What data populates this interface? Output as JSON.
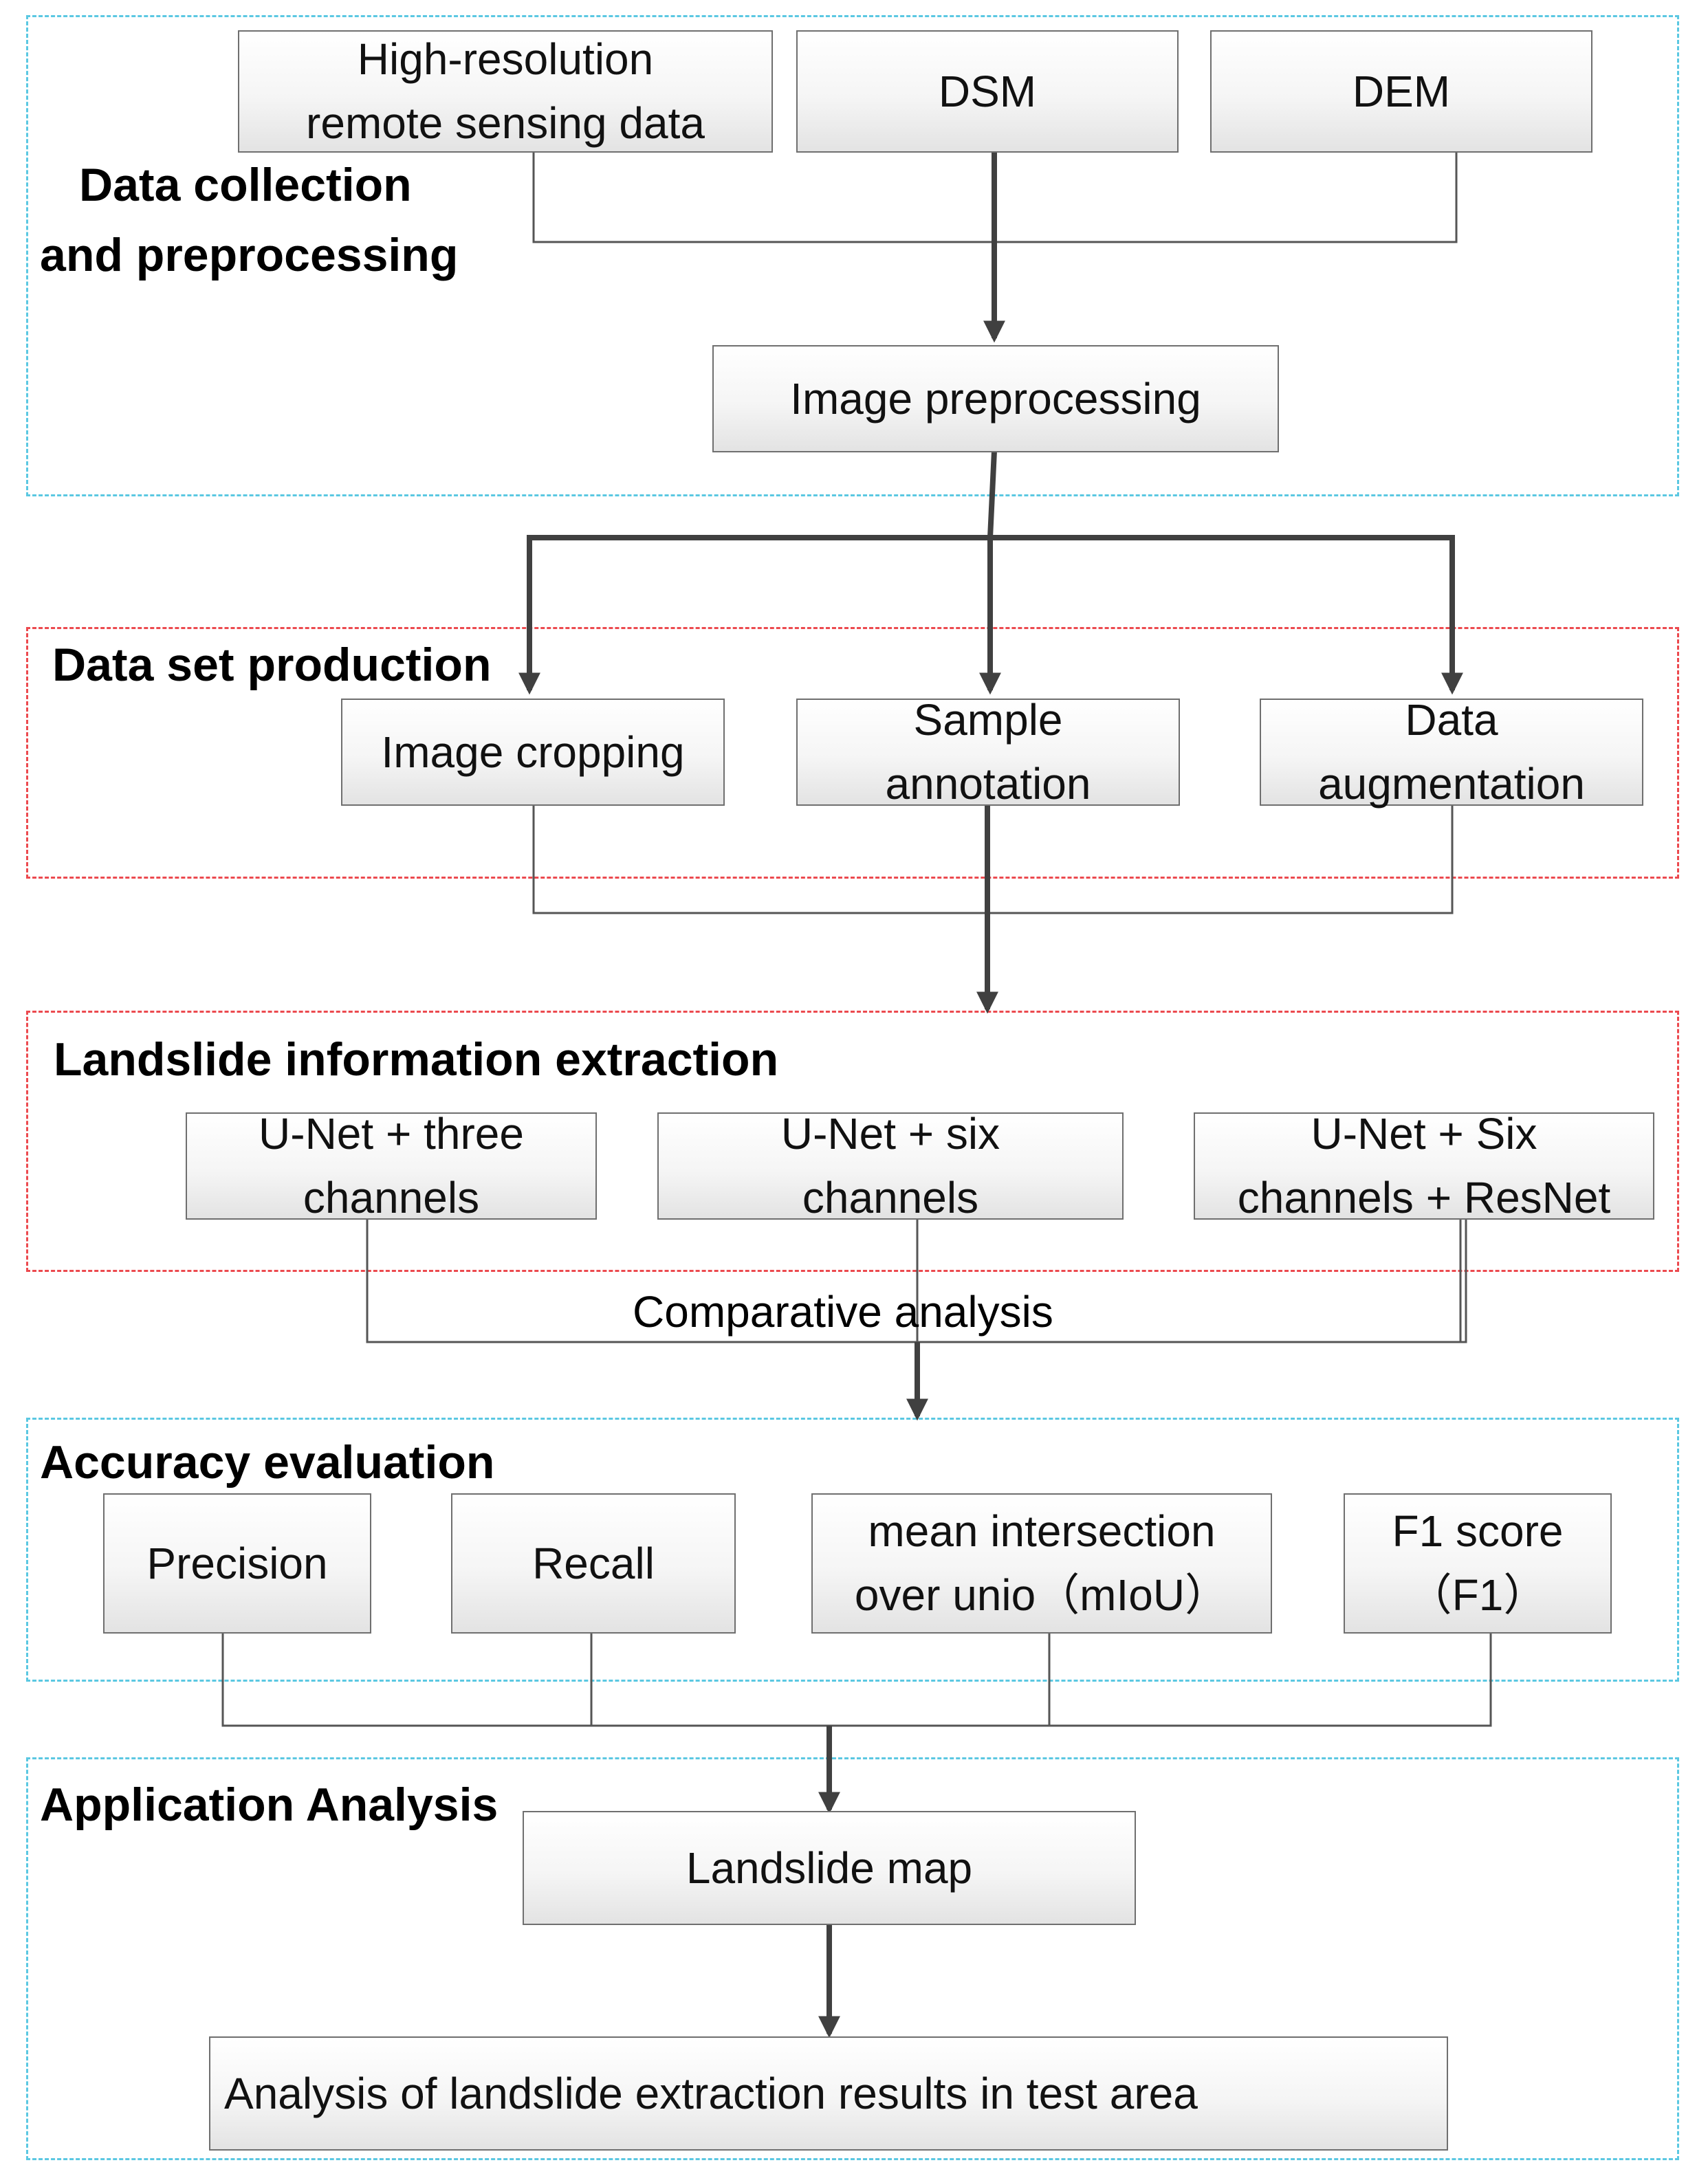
{
  "sections": {
    "data_collection": {
      "title_line1": "Data collection",
      "title_line2": "and preprocessing"
    },
    "data_set_production": {
      "title": "Data set production"
    },
    "landslide_extraction": {
      "title": "Landslide information extraction"
    },
    "accuracy_evaluation": {
      "title": "Accuracy evaluation"
    },
    "application_analysis": {
      "title": "Application Analysis"
    }
  },
  "nodes": {
    "high_resolution": "High-resolution\nremote sensing data",
    "dsm": "DSM",
    "dem": "DEM",
    "image_preprocessing": "Image preprocessing",
    "image_cropping": "Image cropping",
    "sample_annotation": "Sample\nannotation",
    "data_augmentation": "Data\naugmentation",
    "unet_three": "U-Net + three\nchannels",
    "unet_six": "U-Net + six\nchannels",
    "unet_six_resnet": "U-Net + Six\nchannels + ResNet",
    "comparative_analysis": "Comparative analysis",
    "precision": "Precision",
    "recall": "Recall",
    "miou": "mean intersection\nover unio（mIoU）",
    "f1": "F1 score\n（F1）",
    "landslide_map": "Landslide map",
    "analysis_results": "Analysis of landslide extraction results in test area"
  },
  "colors": {
    "blue_dashed": "#5bc8e2",
    "red_dashed": "#ec4a4f",
    "arrow": "#404040",
    "connector": "#555555",
    "box_border": "#6f6f6f"
  }
}
